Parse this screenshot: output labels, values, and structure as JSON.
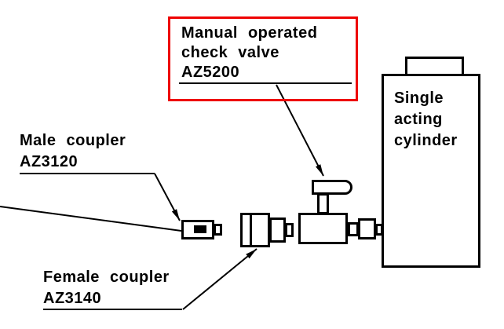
{
  "labels": {
    "check_valve": {
      "line1": "Manual operated",
      "line2": "check valve",
      "code": "AZ5200"
    },
    "cylinder": {
      "line1": "Single",
      "line2": "acting",
      "line3": "cylinder"
    },
    "male_coupler": {
      "name": "Male coupler",
      "code": "AZ3120"
    },
    "female_coupler": {
      "name": "Female coupler",
      "code": "AZ3140"
    }
  },
  "colors": {
    "highlight_box": "#ee0000",
    "line": "#000000",
    "background": "#ffffff"
  }
}
